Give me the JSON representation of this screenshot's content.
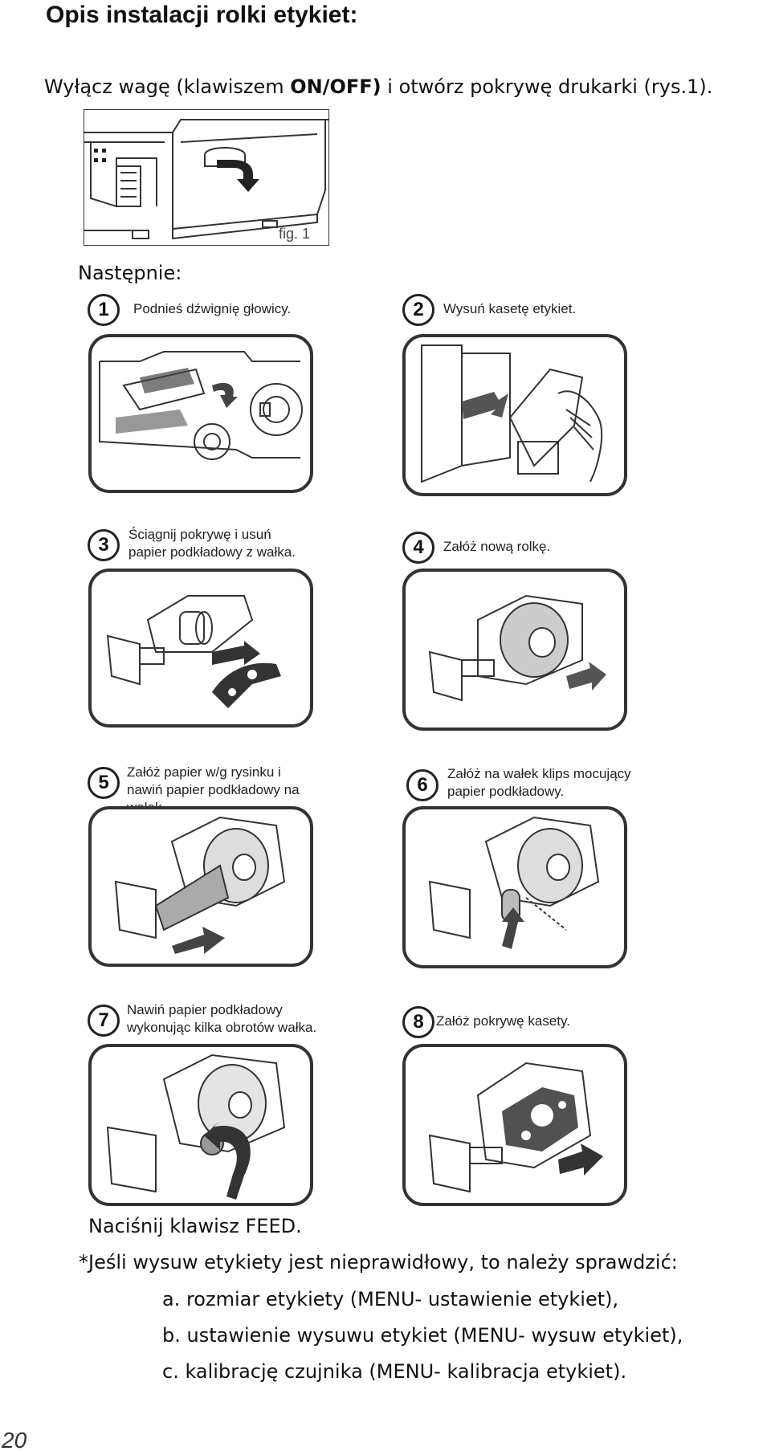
{
  "title": "Opis instalacji rolki etykiet:",
  "intro": {
    "before": "Wyłącz wagę (klawiszem ",
    "bold": "ON/OFF)",
    "after": " i otwórz pokrywę drukarki (rys.1)."
  },
  "fig1_label": "fig. 1",
  "next_label": "Następnie:",
  "steps": [
    {
      "num": "1",
      "caption": "Podnieś dźwignię głowicy."
    },
    {
      "num": "2",
      "caption": "Wysuń kasetę etykiet."
    },
    {
      "num": "3",
      "caption": "Ściągnij pokrywę i usuń papier podkładowy z wałka."
    },
    {
      "num": "4",
      "caption": "Załóż nową rolkę."
    },
    {
      "num": "5",
      "caption": "Załóż papier w/g rysinku i nawiń papier podkładowy na wałek."
    },
    {
      "num": "6",
      "caption": "Załóż na wałek klips mocujący papier podkładowy."
    },
    {
      "num": "7",
      "caption": "Nawiń papier podkładowy wykonując kilka obrotów wałka."
    },
    {
      "num": "8",
      "caption": "Załóż pokrywę kasety."
    }
  ],
  "feed": "Naciśnij klawisz FEED.",
  "note": "*Jeśli wysuw etykiety jest nieprawidłowy, to należy sprawdzić:",
  "checks": [
    "a. rozmiar etykiety (MENU- ustawienie etykiet),",
    "b. ustawienie wysuwu etykiet (MENU- wysuw etykiet),",
    "c. kalibrację czujnika (MENU- kalibracja etykiet)."
  ],
  "page_number": "20"
}
